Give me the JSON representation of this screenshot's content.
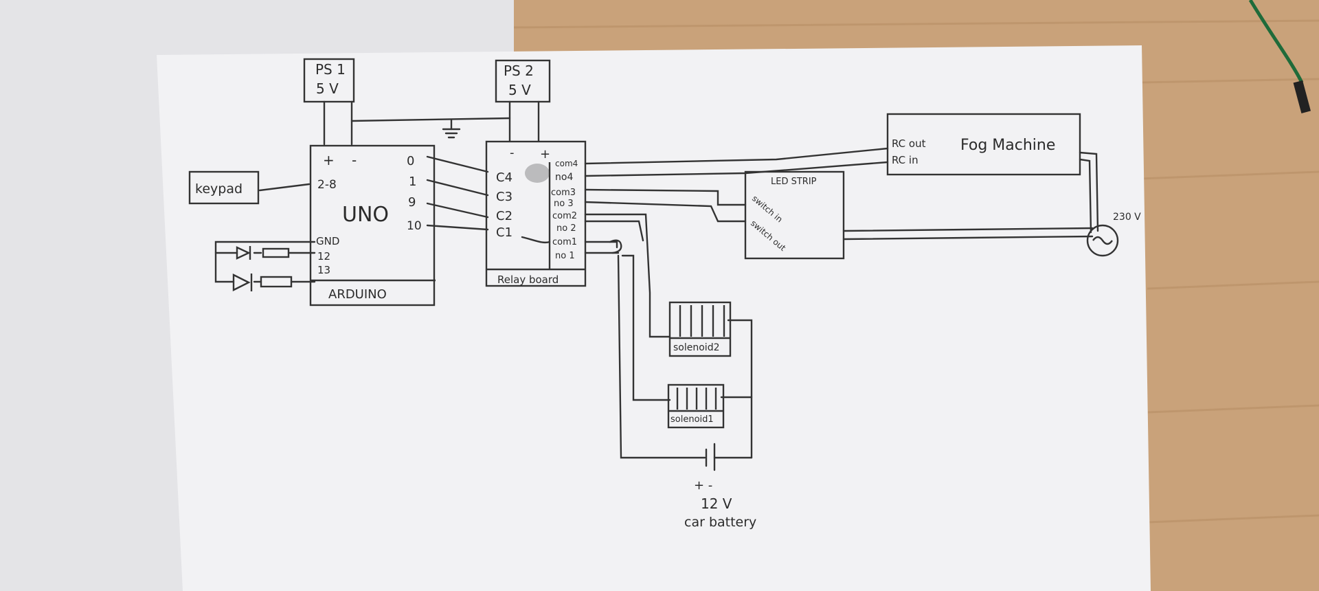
{
  "colors": {
    "wood": "#c9a27a",
    "paper": "#f1f1f3",
    "back_paper": "#e6e6e9",
    "ink": "#2f2f2f",
    "wire": "#1f6b3a"
  },
  "ps1": {
    "line1": "PS 1",
    "line2": "5 V"
  },
  "ps2": {
    "line1": "PS 2",
    "line2": "5 V"
  },
  "keypad": {
    "label": "keypad"
  },
  "arduino": {
    "title": "UNO",
    "footer": "ARDUINO",
    "plus": "+",
    "minus": "-",
    "pin_range": "2-8",
    "pins_right": [
      "0",
      "1",
      "9",
      "10"
    ],
    "pins_left": [
      "GND",
      "12",
      "13"
    ]
  },
  "relay": {
    "footer": "Relay board",
    "minus": "-",
    "plus": "+",
    "channels": [
      "C4",
      "C3",
      "C2",
      "C1"
    ],
    "terminals": [
      "com4",
      "no4",
      "com3",
      "no 3",
      "com2",
      "no 2",
      "com1",
      "no 1"
    ]
  },
  "led_strip": {
    "title": "LED STRIP",
    "in": "switch in",
    "out": "switch out"
  },
  "fog": {
    "title": "Fog Machine",
    "rc_out": "RC out",
    "rc_in": "RC in"
  },
  "ac": {
    "label": "230 V"
  },
  "solenoid2": {
    "label": "solenoid2"
  },
  "solenoid1": {
    "label": "solenoid1"
  },
  "battery": {
    "polarity": "+ -",
    "voltage": "12 V",
    "label": "car battery"
  }
}
